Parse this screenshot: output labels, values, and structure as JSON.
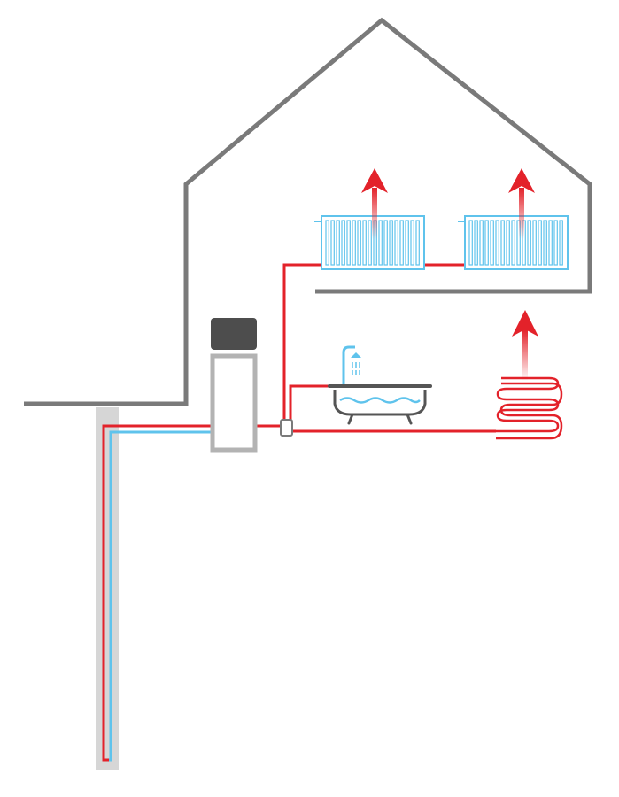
{
  "diagram": {
    "kind": "ground-source heat pump house illustration",
    "colors": {
      "house_outline": "#7a7a7a",
      "borehole": "#d6d6d6",
      "hot_pipe": "#e3222a",
      "cold_pipe": "#5fc3ec",
      "heat_pump_top": "#4d4d4d",
      "heat_pump_body": "#b3b3b3",
      "radiator": "#5fc3ec",
      "bathtub": "#555555",
      "water": "#5fc3ec",
      "heat_arrow": "#e3222a"
    },
    "icons": [
      "house-outline",
      "borehole",
      "heat-pump-unit",
      "valve-icon",
      "radiator-icon",
      "radiator-icon",
      "bathtub-icon",
      "shower-icon",
      "underfloor-heating-coil-icon",
      "heat-arrow-icon",
      "heat-arrow-icon",
      "heat-arrow-icon"
    ]
  }
}
